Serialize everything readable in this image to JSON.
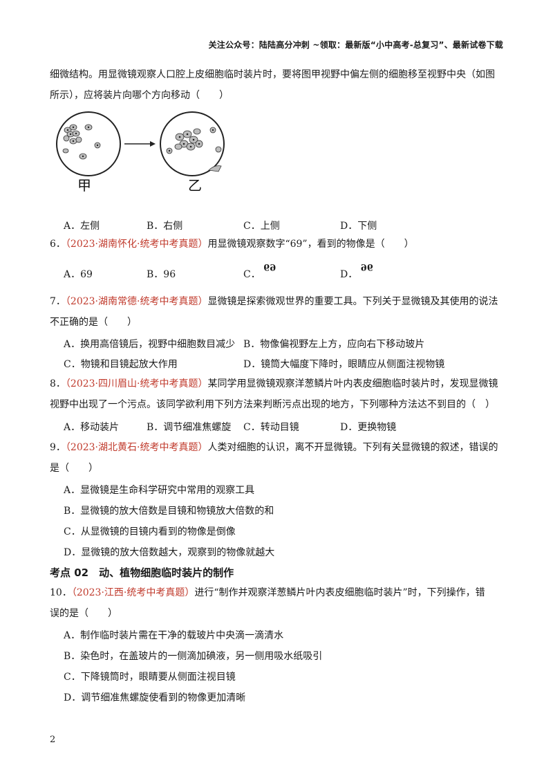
{
  "header": {
    "note": "关注公众号：陆陆高分冲刺  ~领取：最新版“小中高考-总复习”、最新试卷下载"
  },
  "q5": {
    "line1": "细微结构。用显微镜观察人口腔上皮细胞临时装片时，要将图甲视野中偏左侧的细胞移至视野中央（如图",
    "line2": "所示），应将装片向哪个方向移动（　　）",
    "figure": {
      "label_left": "甲",
      "label_right": "乙"
    },
    "options": [
      "A．左侧",
      "B．右侧",
      "C．上侧",
      "D．下侧"
    ]
  },
  "q6": {
    "num": "6．",
    "source": "（2023·湖南怀化·统考中考真题）",
    "text": "用显微镜观察数字“69”，看到的物像是（　　）",
    "options": [
      "A．69",
      "B．96",
      "C．",
      "D．"
    ],
    "option_c_glyph": "69",
    "option_d_glyph": "96"
  },
  "q7": {
    "num": "7．",
    "source": "（2023·湖南常德·统考中考真题）",
    "text": "显微镜是探索微观世界的重要工具。下列关于显微镜及其使用的说法",
    "line2": "不正确的是（　　）",
    "options": [
      "A．换用高倍镜后，视野中细胞数目减少",
      "B．物像偏视野左上方，应向右下移动玻片",
      "C．物镜和目镜起放大作用",
      "D．镜筒大幅度下降时，眼睛应从侧面注视物镜"
    ]
  },
  "q8": {
    "num": "8．",
    "source": "（2023·四川眉山·统考中考真题）",
    "text": "某同学用显微镜观察洋葱鳞片叶内表皮细胞临时装片时，发现显微镜",
    "line2": "视野中出现了一个污点。该同学欲利用下列方法来判断污点出现的地方，下列哪种方法达不到目的（　）",
    "options": [
      "A．移动装片",
      "B．调节细准焦螺旋",
      "C．转动目镜",
      "D．更换物镜"
    ]
  },
  "q9": {
    "num": "9．",
    "source": "（2023·湖北黄石·统考中考真题）",
    "text": "人类对细胞的认识，离不开显微镜。下列有关显微镜的叙述，错误的",
    "line2": "是（　　）",
    "options": [
      "A．显微镜是生命科学研究中常用的观察工具",
      "B．显微镜的放大倍数是目镜和物镜放大倍数的和",
      "C．从显微镜的目镜内看到的物像是倒像",
      "D．显微镜的放大倍数越大，观察到的物像就越大"
    ]
  },
  "section": {
    "title": "考点 02　动、植物细胞临时装片的制作"
  },
  "q10": {
    "num": "10．",
    "source": "（2023·江西·统考中考真题）",
    "text": "进行“制作并观察洋葱鳞片叶内表皮细胞临时装片”时，下列操作，错",
    "line2": "误的是（　　）",
    "options": [
      "A．制作临时装片需在干净的载玻片中央滴一滴清水",
      "B．染色时，在盖玻片的一侧滴加碘液，另一侧用吸水纸吸引",
      "C．下降镜筒时，眼睛要从侧面注视目镜",
      "D．调节细准焦螺旋使看到的物像更加清晰"
    ]
  },
  "page": {
    "number": "2"
  }
}
